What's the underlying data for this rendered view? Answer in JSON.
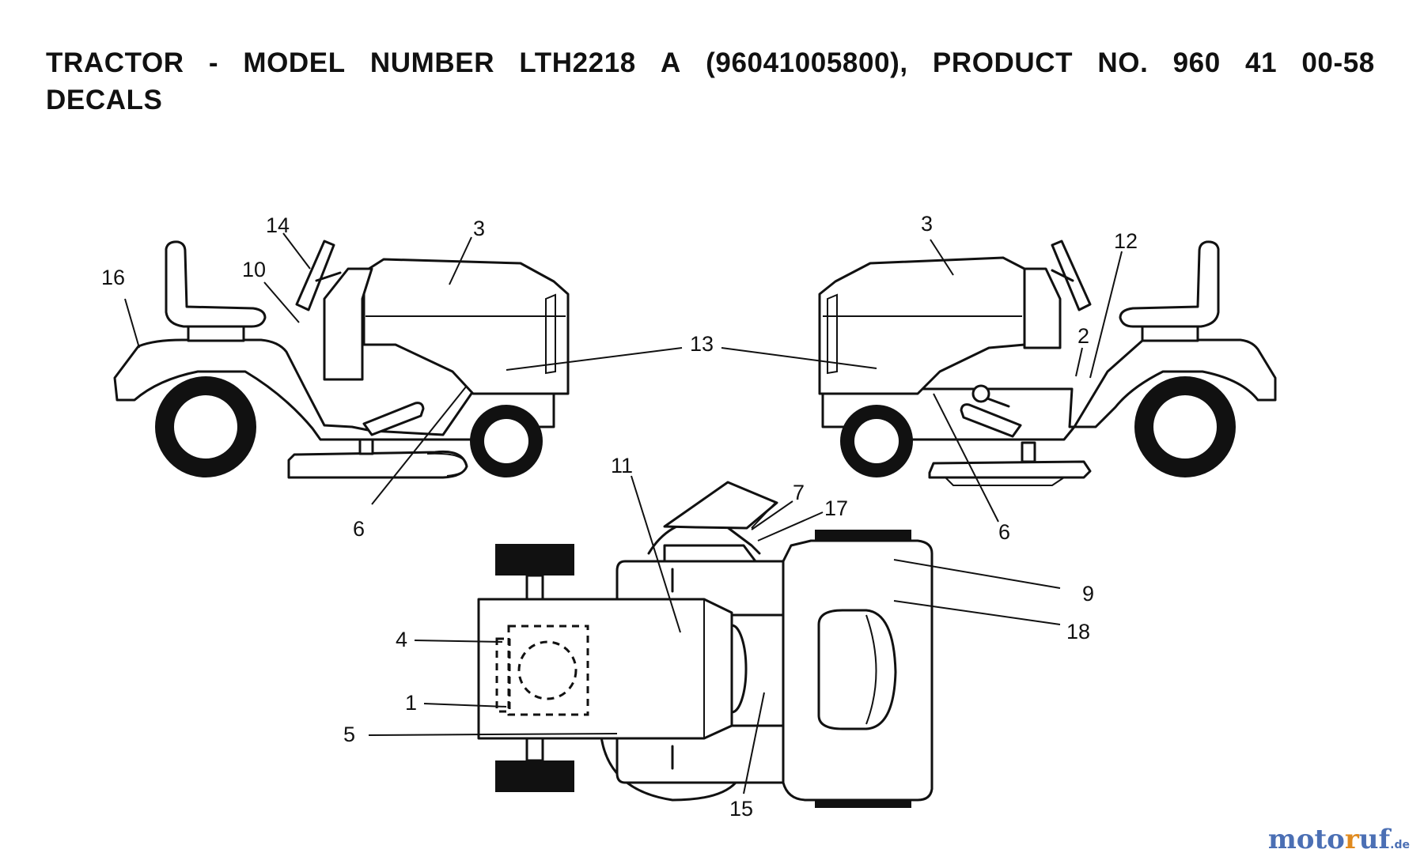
{
  "heading": {
    "line1_parts": [
      "TRACTOR",
      "-",
      "MODEL",
      "NUMBER",
      "LTH2218",
      "A",
      "(96041005800),",
      "PRODUCT",
      "NO.",
      "960",
      "41",
      "00-58"
    ],
    "line2": "DECALS"
  },
  "callouts": {
    "left_view": [
      "16",
      "14",
      "10",
      "3",
      "6"
    ],
    "center": "13",
    "right_view": [
      "3",
      "12",
      "2",
      "6"
    ],
    "top_view": [
      "11",
      "7",
      "17",
      "9",
      "18",
      "4",
      "1",
      "5",
      "15"
    ]
  },
  "watermark": {
    "part1": "moto",
    "part2": "r",
    "part3": "uf",
    "tld": ".de",
    "colors": {
      "primary": "#4b6fb4",
      "accent": "#e08a1e"
    }
  }
}
